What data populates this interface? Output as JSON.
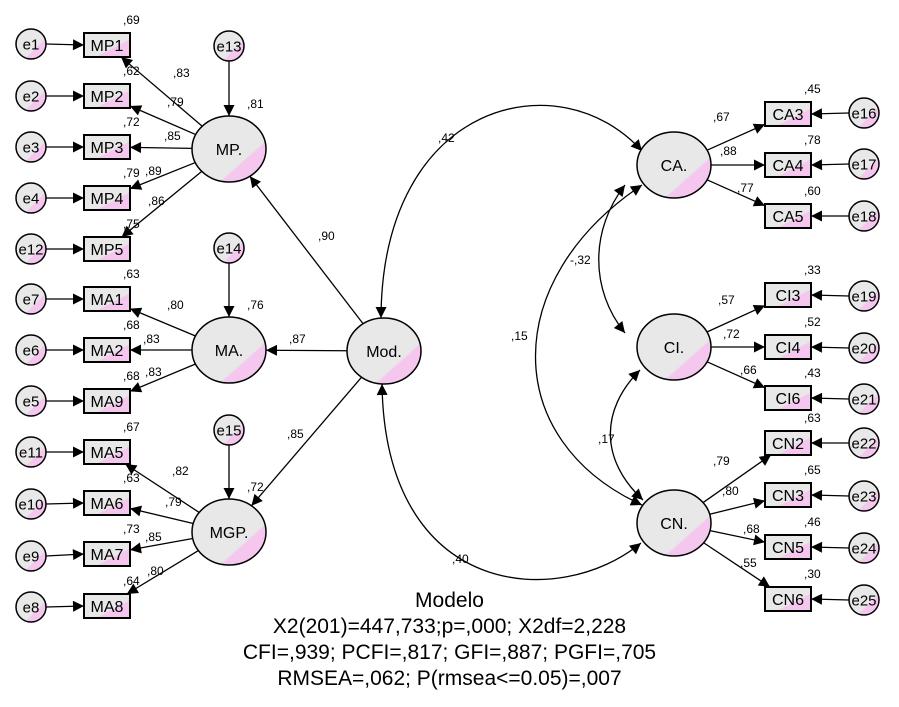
{
  "diagram": {
    "observed": [
      {
        "id": "MP1",
        "label": "MP1",
        "r2": ",69"
      },
      {
        "id": "MP2",
        "label": "MP2",
        "r2": ",62"
      },
      {
        "id": "MP3",
        "label": "MP3",
        "r2": ",72"
      },
      {
        "id": "MP4",
        "label": "MP4",
        "r2": ",79"
      },
      {
        "id": "MP5",
        "label": "MP5",
        "r2": ",75"
      },
      {
        "id": "MA1",
        "label": "MA1",
        "r2": ",63"
      },
      {
        "id": "MA2",
        "label": "MA2",
        "r2": ",68"
      },
      {
        "id": "MA9",
        "label": "MA9",
        "r2": ",68"
      },
      {
        "id": "MA5",
        "label": "MA5",
        "r2": ",67"
      },
      {
        "id": "MA6",
        "label": "MA6",
        "r2": ",63"
      },
      {
        "id": "MA7",
        "label": "MA7",
        "r2": ",73"
      },
      {
        "id": "MA8",
        "label": "MA8",
        "r2": ",64"
      },
      {
        "id": "CA3",
        "label": "CA3",
        "r2": ",45"
      },
      {
        "id": "CA4",
        "label": "CA4",
        "r2": ",78"
      },
      {
        "id": "CA5",
        "label": "CA5",
        "r2": ",60"
      },
      {
        "id": "CI3",
        "label": "CI3",
        "r2": ",33"
      },
      {
        "id": "CI4",
        "label": "CI4",
        "r2": ",52"
      },
      {
        "id": "CI6",
        "label": "CI6",
        "r2": ",43"
      },
      {
        "id": "CN2",
        "label": "CN2",
        "r2": ",63"
      },
      {
        "id": "CN3",
        "label": "CN3",
        "r2": ",65"
      },
      {
        "id": "CN5",
        "label": "CN5",
        "r2": ",46"
      },
      {
        "id": "CN6",
        "label": "CN6",
        "r2": ",30"
      }
    ],
    "errors": [
      "e1",
      "e2",
      "e3",
      "e4",
      "e12",
      "e7",
      "e6",
      "e5",
      "e11",
      "e10",
      "e9",
      "e8",
      "e13",
      "e14",
      "e15",
      "e16",
      "e17",
      "e18",
      "e19",
      "e20",
      "e21",
      "e22",
      "e23",
      "e24",
      "e25"
    ],
    "latents": [
      {
        "id": "MP",
        "label": "MP.",
        "r2": ",81"
      },
      {
        "id": "MA",
        "label": "MA.",
        "r2": ",76"
      },
      {
        "id": "MGP",
        "label": "MGP.",
        "r2": ",72"
      },
      {
        "id": "Mod",
        "label": "Mod."
      },
      {
        "id": "CA",
        "label": "CA."
      },
      {
        "id": "CI",
        "label": "CI."
      },
      {
        "id": "CN",
        "label": "CN."
      }
    ],
    "loadings": {
      "MP1": ",83",
      "MP2": ",79",
      "MP3": ",85",
      "MP4": ",89",
      "MP5": ",86",
      "MA1": ",80",
      "MA2": ",83",
      "MA9": ",83",
      "MA5": ",82",
      "MA6": ",79",
      "MA7": ",85",
      "MA8": ",80",
      "CA3": ",67",
      "CA4": ",88",
      "CA5": ",77",
      "CI3": ",57",
      "CI4": ",72",
      "CI6": ",66",
      "CN2": ",79",
      "CN3": ",80",
      "CN5": ",68",
      "CN6": ",55"
    },
    "paths": {
      "Mod_MP": ",90",
      "Mod_MA": ",87",
      "Mod_MGP": ",85"
    },
    "covariances": {
      "Mod_CA": ",42",
      "Mod_CN": ",40",
      "CA_CN": ",15",
      "CA_CI": "-,32",
      "CI_CN": ",17"
    }
  },
  "footer": {
    "title": "Modelo",
    "line1": "X2(201)=447,733;p=,000; X2df=2,228",
    "line2": "CFI=,939; PCFI=,817; GFI=,887; PGFI=,705",
    "line3": "RMSEA=,062; P(rmsea<=0.05)=,007"
  },
  "colors": {
    "fill": "#e8e8e8",
    "accent": "#f5c6ee",
    "stroke": "#000000"
  }
}
